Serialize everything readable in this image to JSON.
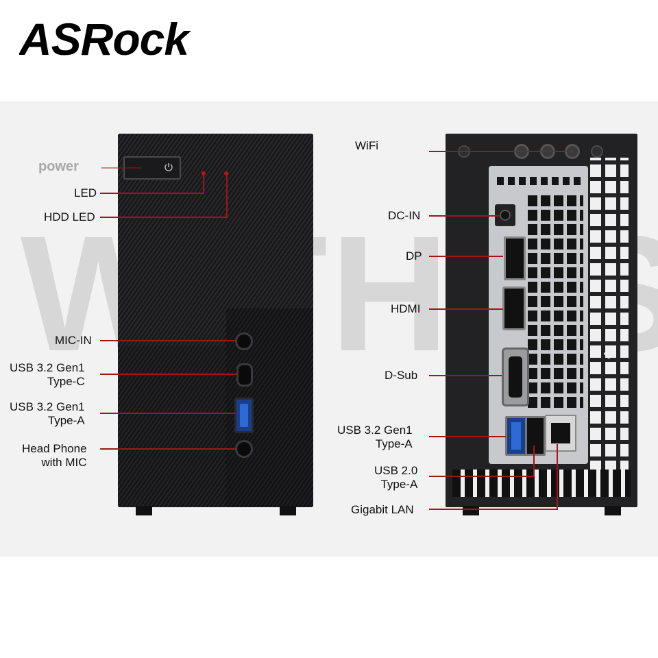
{
  "brand": {
    "logo_text": "ASRock",
    "watermark": "WITHUS"
  },
  "front_labels": {
    "power": "power",
    "led": "LED",
    "hdd_led": "HDD LED",
    "mic_in": "MIC-IN",
    "usb_c_line1": "USB 3.2 Gen1",
    "usb_c_line2": "Type-C",
    "usb_a_line1": "USB 3.2 Gen1",
    "usb_a_line2": "Type-A",
    "headphone_line1": "Head Phone",
    "headphone_line2": "with MIC"
  },
  "back_labels": {
    "wifi": "WiFi",
    "dc_in": "DC-IN",
    "dp": "DP",
    "hdmi": "HDMI",
    "dsub": "D-Sub",
    "usb3_line1": "USB 3.2 Gen1",
    "usb3_line2": "Type-A",
    "usb2_line1": "USB 2.0",
    "usb2_line2": "Type-A",
    "lan": "Gigabit LAN"
  },
  "colors": {
    "callout": "#a3141b",
    "case": "#1b1b1d",
    "usb3": "#2d6ad6"
  },
  "icons": [
    "power-icon",
    "headphone-icon",
    "usb-icon"
  ]
}
